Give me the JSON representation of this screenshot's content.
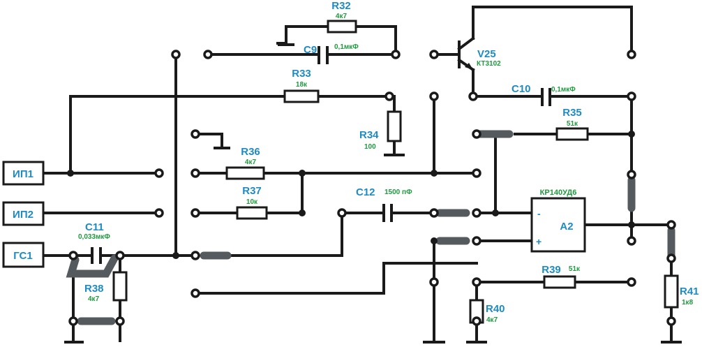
{
  "sources": {
    "ip1": "ИП1",
    "ip2": "ИП2",
    "gs1": "ГС1"
  },
  "components": {
    "r32": {
      "name": "R32",
      "value": "4к7"
    },
    "c9": {
      "name": "C9",
      "value": "0,1мкФ"
    },
    "r33": {
      "name": "R33",
      "value": "18к"
    },
    "r34": {
      "name": "R34",
      "value": "100"
    },
    "r36": {
      "name": "R36",
      "value": "4к7"
    },
    "r37": {
      "name": "R37",
      "value": "10к"
    },
    "c12": {
      "name": "C12",
      "value": "1500 пФ"
    },
    "c11": {
      "name": "C11",
      "value": "0,033мкФ"
    },
    "r38": {
      "name": "R38",
      "value": "4к7"
    },
    "v25": {
      "name": "V25",
      "value": "КТ3102"
    },
    "c10": {
      "name": "C10",
      "value": "0,1мкФ"
    },
    "r35": {
      "name": "R35",
      "value": "51к"
    },
    "a2": {
      "name": "A2",
      "value": "КР140УД6",
      "minus": "-",
      "plus": "+"
    },
    "r39": {
      "name": "R39",
      "value": "51к"
    },
    "r40": {
      "name": "R40",
      "value": "4к7"
    },
    "r41": {
      "name": "R41",
      "value": "1к8"
    }
  },
  "colors": {
    "designator": "#1e8bc3",
    "value": "#1e9a3e",
    "trace": "#1a1a1a",
    "jumper": "#555a5e"
  }
}
